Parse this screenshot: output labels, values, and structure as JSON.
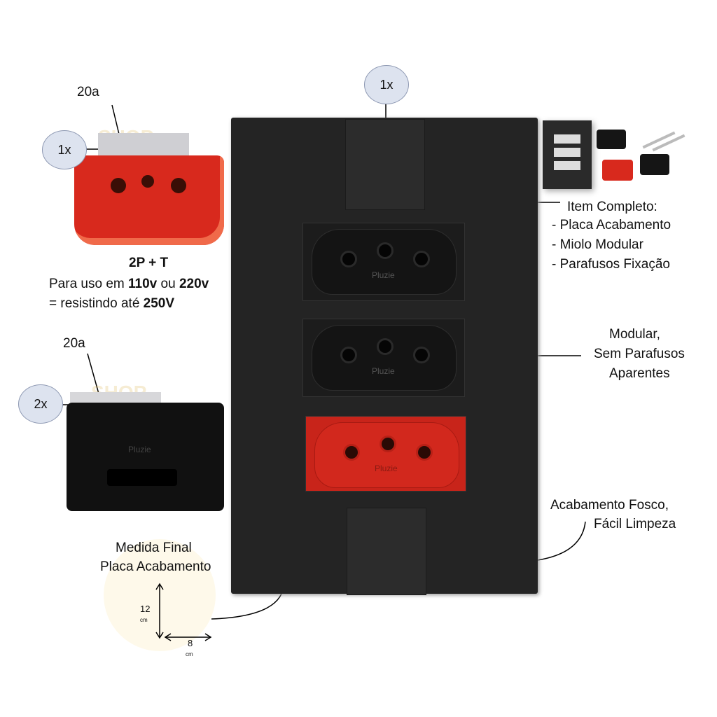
{
  "top_qty": "1x",
  "red_outlet": {
    "qty": "1x",
    "amp": "20a",
    "config": "2P + T",
    "usage_prefix": "Para uso em ",
    "v1": "110v",
    "usage_mid": " ou ",
    "v2": "220v",
    "resist_prefix": "= resistindo até ",
    "v3": "250V"
  },
  "black_outlet": {
    "qty": "2x",
    "amp": "20a"
  },
  "watermark": "SHOP",
  "outlet_brand": "Pluzie",
  "kit": {
    "title": "Item Completo:",
    "items": [
      "- Placa Acabamento",
      "- Miolo Modular",
      "- Parafusos Fixação"
    ]
  },
  "modular": [
    "Modular,",
    "Sem Parafusos",
    "Aparentes"
  ],
  "finish": [
    "Acabamento Fosco,",
    "Fácil Limpeza"
  ],
  "measure": {
    "title1": "Medida Final",
    "title2": "Placa Acabamento",
    "height": "12",
    "height_unit": "cm",
    "width": "8",
    "width_unit": "cm"
  },
  "colors": {
    "plate": "#242424",
    "red": "#d2281d"
  }
}
